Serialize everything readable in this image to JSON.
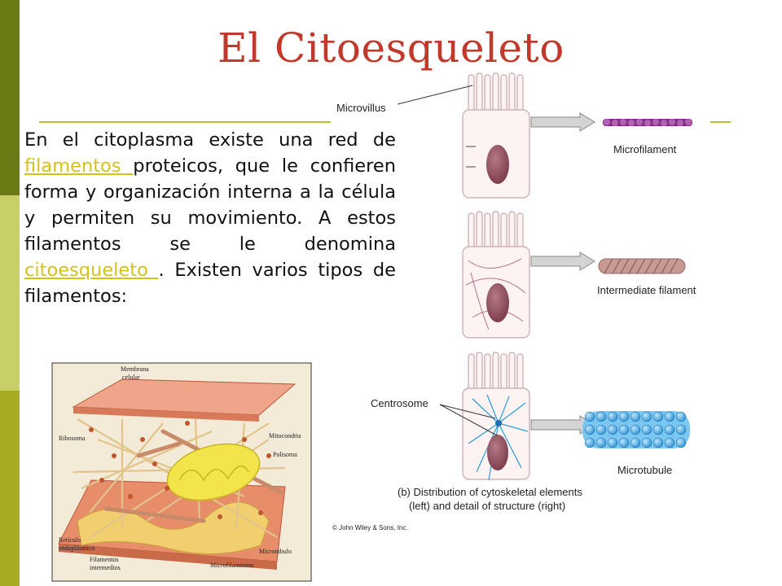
{
  "slide": {
    "title": "El Citoesqueleto",
    "accent_color": "#c0392b",
    "link_color": "#d4c21b",
    "sidebar_colors": [
      "#6b7a14",
      "#c9cf67",
      "#a5ac24"
    ]
  },
  "paragraph": {
    "before_link1": "En el citoplasma existe una red de ",
    "link1": "filamentos ",
    "between": "proteicos, que le confieren forma y organización interna a la célula y permiten su movimiento. A estos filamentos se le denomina ",
    "link2": "citoesqueleto ",
    "after_link2": ". Existen varios tipos de",
    "last_line": "filamentos:"
  },
  "figure_cell": {
    "labels": {
      "membrana": "Membrana celular",
      "membrana_l1": "Membrana",
      "membrana_l2": "celular",
      "mitocondria": "Mitocondria",
      "ribosoma": "Ribosoma",
      "polisoma": "Polisoma",
      "reticulo_l1": "Retículo",
      "reticulo_l2": "endoplásmico",
      "microtubulo": "Microtúbulo",
      "filamentos_l1": "Filamentos",
      "filamentos_l2": "intermedios",
      "microfilamentos": "Microfilamentos"
    }
  },
  "figure_cytoskeleton": {
    "labels": {
      "microvillus": "Microvillus",
      "microfilament": "Microfilament",
      "intermediate": "Intermediate filament",
      "centrosome": "Centrosome",
      "microtubule": "Microtubule",
      "caption_l1": "(b) Distribution of cytoskeletal elements",
      "caption_l2": "(left) and detail of structure (right)",
      "copyright": "© John Wiley & Sons, Inc."
    }
  }
}
